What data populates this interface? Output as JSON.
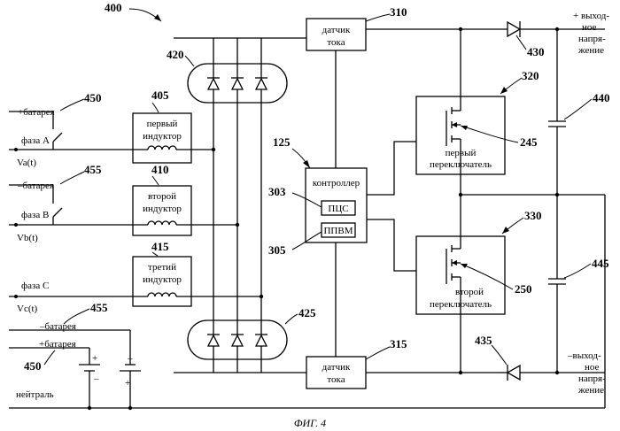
{
  "figure": {
    "caption": "ФИГ. 4",
    "main_ref": "400"
  },
  "refs": {
    "r310": "310",
    "r315": "315",
    "r320": "320",
    "r330": "330",
    "r405": "405",
    "r410": "410",
    "r415": "415",
    "r420": "420",
    "r425": "425",
    "r430": "430",
    "r435": "435",
    "r440": "440",
    "r445": "445",
    "r450a": "450",
    "r450b": "450",
    "r455a": "455",
    "r455b": "455",
    "r125": "125",
    "r303": "303",
    "r305": "305",
    "r245": "245",
    "r250": "250"
  },
  "blocks": {
    "sensor_top": [
      "датчик",
      "тока"
    ],
    "sensor_bottom": [
      "датчик",
      "тока"
    ],
    "inductor1": [
      "первый",
      "индуктор"
    ],
    "inductor2": [
      "второй",
      "индуктор"
    ],
    "inductor3": [
      "третий",
      "индуктор"
    ],
    "controller": "контроллер",
    "pcs": "ПЦС",
    "ppvm": "ППВМ",
    "switch1": [
      "первый",
      "переключатель"
    ],
    "switch2": [
      "второй",
      "переключатель"
    ]
  },
  "labels": {
    "battery_plus_1": "+батарея",
    "battery_minus_1": "–батарея",
    "battery_minus_2": "–батарея",
    "battery_plus_2": "+батарея",
    "phase_a": "фаза  A",
    "phase_b": "фаза  B",
    "phase_c": "фаза  C",
    "va": "Va(t)",
    "vb": "Vb(t)",
    "vc": "Vc(t)",
    "neutral": "нейтраль",
    "out_plus": [
      "+ выход-",
      "ное",
      "напря-",
      "жение"
    ],
    "out_minus": [
      "–выход-",
      "ное",
      "напря-",
      "жение"
    ],
    "cap_plus_1": "+",
    "cap_minus_1": "–",
    "cap_minus_2": "–",
    "cap_plus_2": "+"
  }
}
